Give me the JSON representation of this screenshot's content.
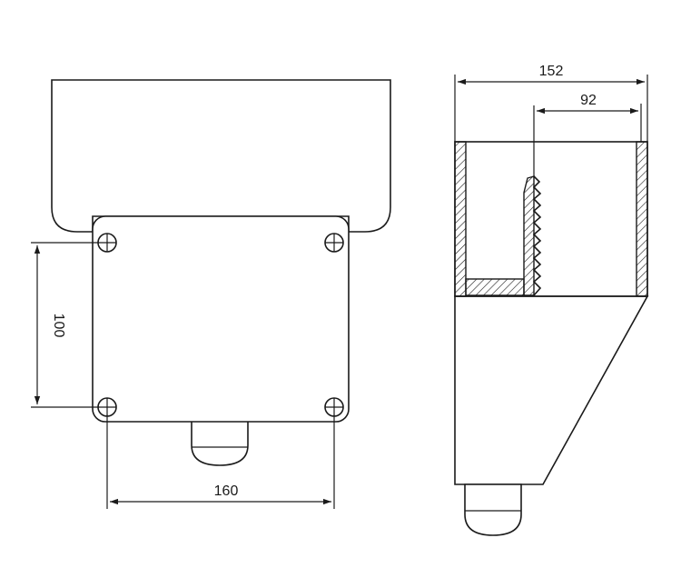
{
  "dimensions": {
    "width_front": "160",
    "height_front": "100",
    "width_side_total": "152",
    "width_side_inner": "92"
  },
  "colors": {
    "line": "#1a1a1a",
    "background": "#ffffff"
  }
}
